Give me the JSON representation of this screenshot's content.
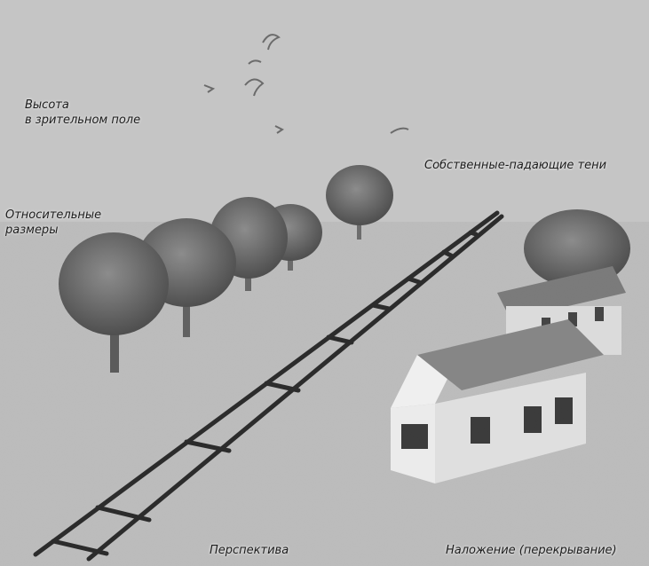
{
  "labels": {
    "height_line1": "Высота",
    "height_line2": "в зрительном поле",
    "relative_line1": "Относительные",
    "relative_line2": "размеры",
    "shadows": "Собственные-падающие тени",
    "perspective": "Перспектива",
    "overlap": "Наложение (перекрывание)"
  },
  "colors": {
    "background": "#c2c2c2",
    "ink": "#1c1c1c",
    "tree": "#5f5f5f",
    "house_wall": "#e4e4e4",
    "roof": "#8a8a8a"
  }
}
